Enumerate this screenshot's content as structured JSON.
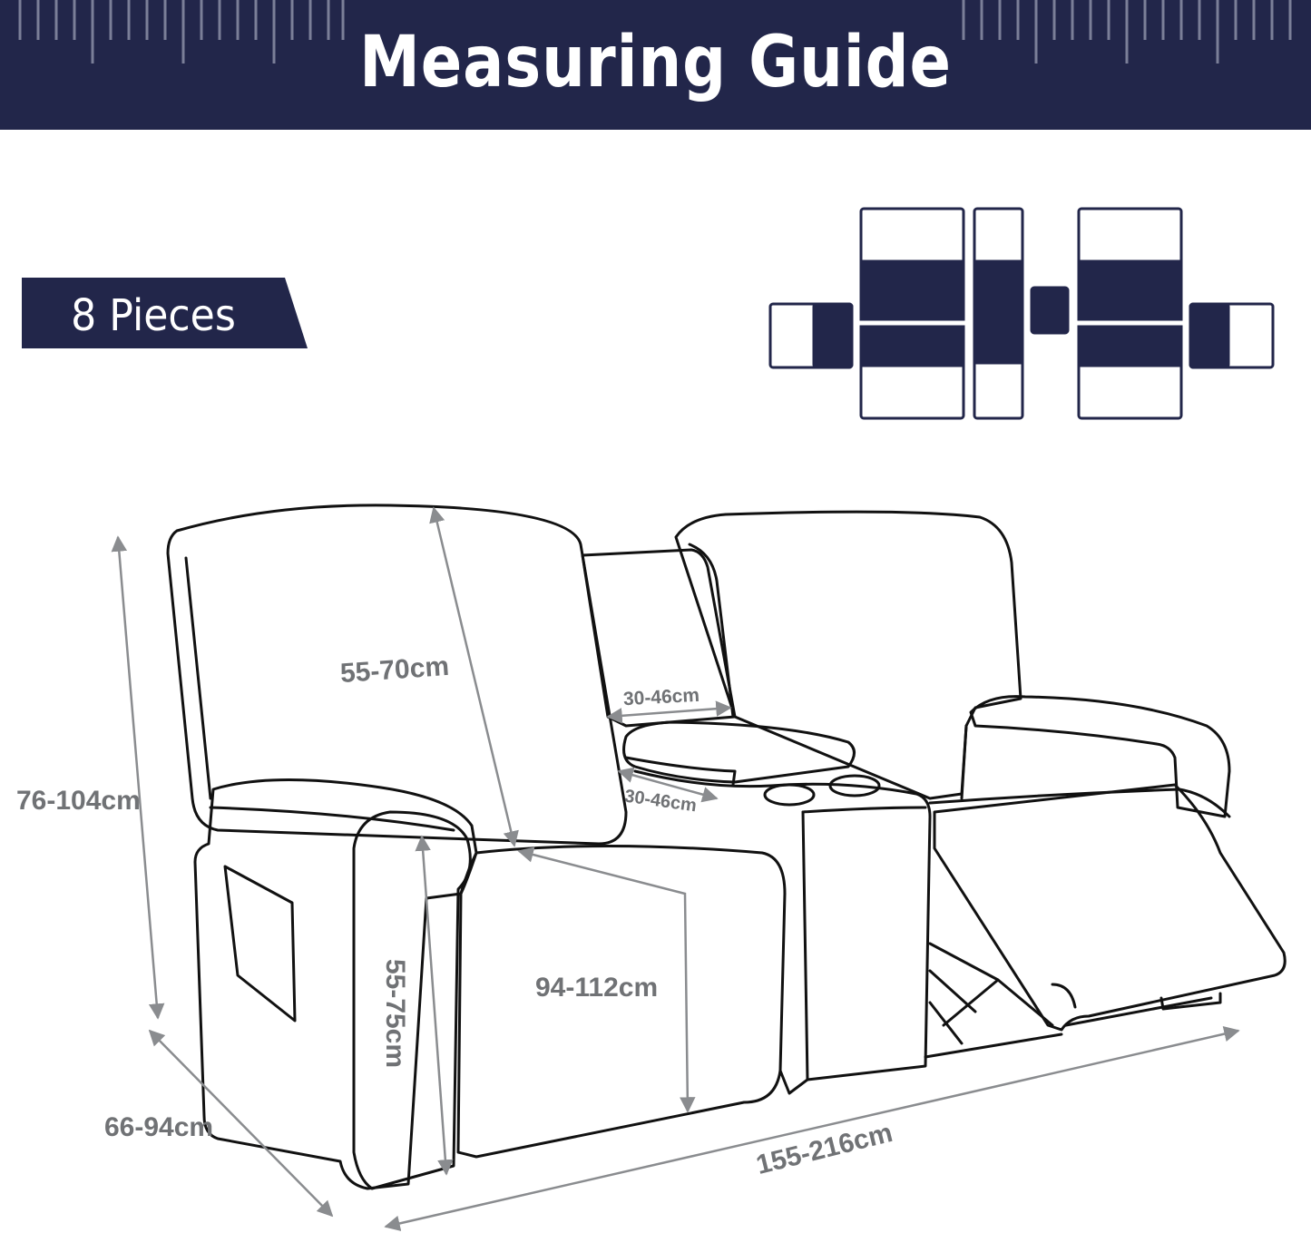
{
  "header": {
    "title": "Measuring Guide"
  },
  "badge": {
    "label": "8 Pieces"
  },
  "pieces_diagram": {
    "piece_count": 8,
    "fill_color": "#22264a"
  },
  "dimensions": {
    "backrest": "55-70cm",
    "console_width": "30-46cm",
    "console_depth": "30-46cm",
    "total_height": "76-104cm",
    "armrest_height": "55-75cm",
    "seat_length": "94-112cm",
    "depth": "66-94cm",
    "total_width": "155-216cm"
  },
  "colors": {
    "navy": "#22264a",
    "dimension_gray": "#707275",
    "arrow_gray": "#8a8c8f",
    "outline": "#111111"
  }
}
